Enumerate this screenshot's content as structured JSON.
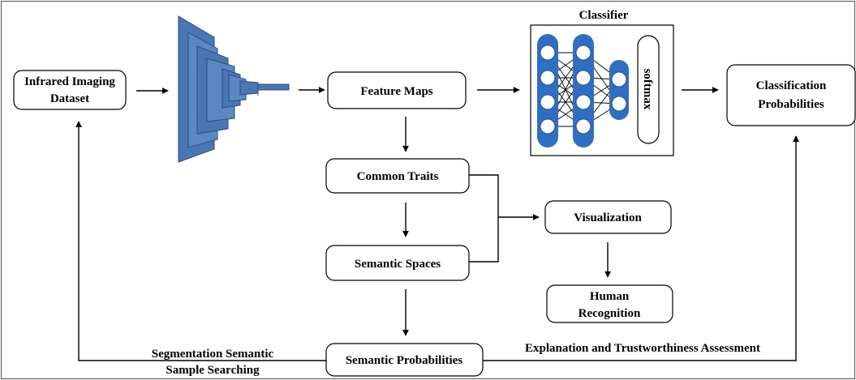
{
  "nodes": {
    "infrared_dataset": [
      "Infrared Imaging",
      "Dataset"
    ],
    "feature_maps": [
      "Feature Maps"
    ],
    "classification_probabilities": [
      "Classification",
      "Probabilities"
    ],
    "common_traits": [
      "Common Traits"
    ],
    "visualization": [
      "Visualization"
    ],
    "semantic_spaces": [
      "Semantic Spaces"
    ],
    "human_recognition": [
      "Human",
      "Recognition"
    ],
    "semantic_probabilities": [
      "Semantic Probabilities"
    ]
  },
  "classifier": {
    "title": "Classifier",
    "softmax_label": "softmax"
  },
  "edge_labels": {
    "segmentation": [
      "Segmentation Semantic",
      "Sample Searching"
    ],
    "explanation": "Explanation and Trustworthiness Assessment"
  },
  "colors": {
    "cnn_fill": "#4a76b3",
    "cnn_stroke": "#2a4d80",
    "neuron_blue": "#2e6fc4",
    "line": "#000000"
  },
  "icons": {
    "cnn": "cnn-layers-icon",
    "neural_net": "neural-network-icon"
  }
}
